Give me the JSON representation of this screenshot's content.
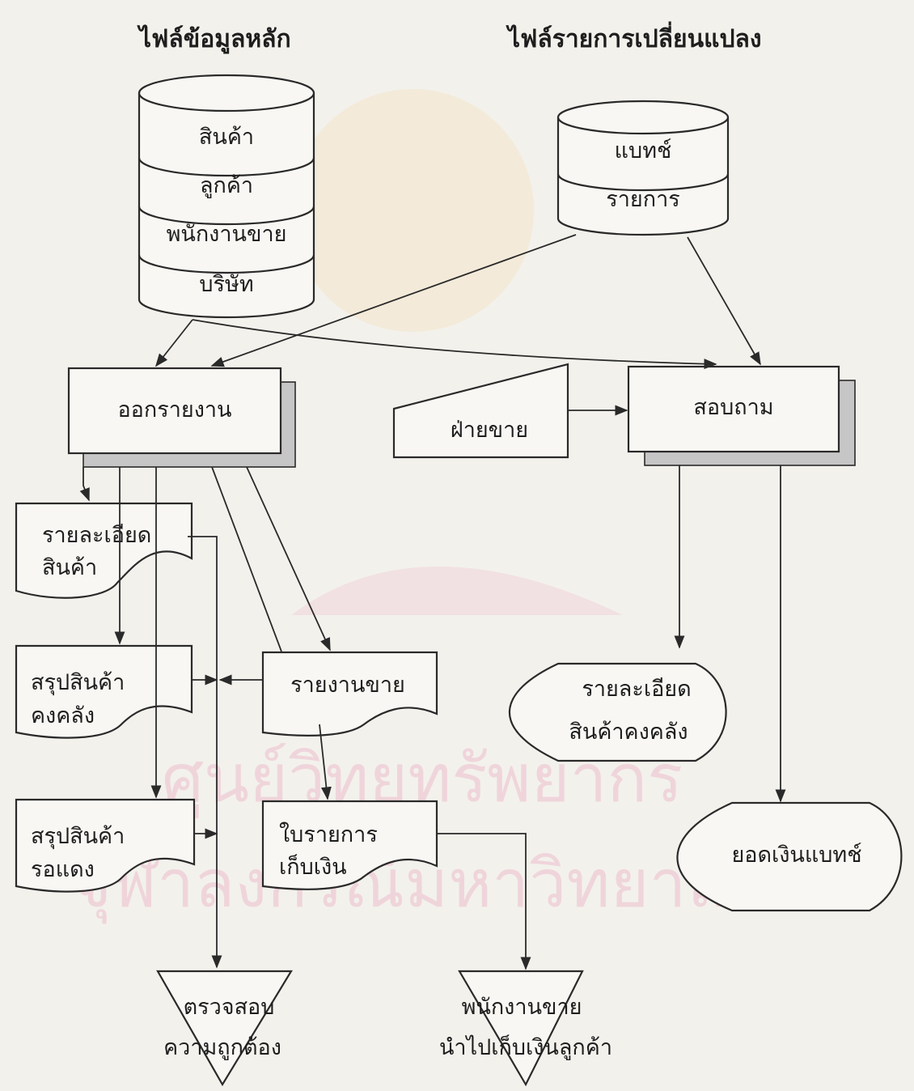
{
  "headers": {
    "master_files": "ไฟล์ข้อมูลหลัก",
    "transaction_files": "ไฟล์รายการเปลี่ยนแปลง"
  },
  "master_db": [
    "สินค้า",
    "ลูกค้า",
    "พนักงานขาย",
    "บริษัท"
  ],
  "transaction_db": [
    "แบทช์",
    "รายการ"
  ],
  "processes": {
    "report": "ออกรายงาน",
    "inquiry": "สอบถาม"
  },
  "manual_input": "ฝ่ายขาย",
  "documents": {
    "product_detail": [
      "รายละเอียด",
      "สินค้า"
    ],
    "stock_summary": [
      "สรุปสินค้า",
      "คงคลัง"
    ],
    "overdue_summary": [
      "สรุปสินค้า",
      "รอแดง"
    ],
    "sales_report": "รายงานขาย",
    "collection_slip": [
      "ใบรายการ",
      "เก็บเงิน"
    ]
  },
  "displays": {
    "stock_detail": [
      "รายละเอียด",
      "สินค้าคงคลัง"
    ],
    "batch_total": "ยอดเงินแบทช์"
  },
  "terminals": {
    "verify": [
      "ตรวจสอบ",
      "ความถูกต้อง"
    ],
    "salesperson": [
      "พนักงานขาย",
      "นำไปเก็บเงินลูกค้า"
    ]
  },
  "watermark": {
    "line1": "ศูนย์วิทยทรัพยากร",
    "line2": "จุฬาลงกรณ์มหาวิทยาลัย"
  }
}
